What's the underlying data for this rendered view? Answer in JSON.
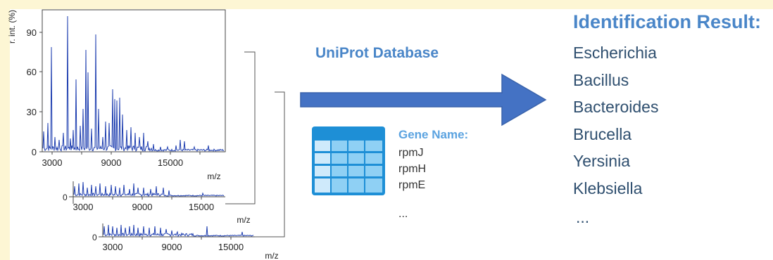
{
  "spectra": {
    "y_axis_label": "r. int. (%)",
    "y_ticks": [
      "0",
      "30",
      "60",
      "90"
    ],
    "x_ticks": [
      "3000",
      "9000",
      "15000"
    ],
    "x_axis_label": "m/z",
    "panel_zero_label": "0",
    "line_color": "#1F3FB0"
  },
  "database": {
    "label": "UniProt Database"
  },
  "gene_table": {
    "title": "Gene Name:",
    "genes": [
      "rpmJ",
      "rpmH",
      "rpmE"
    ],
    "more": "..."
  },
  "result": {
    "title": "Identification Result:",
    "genera": [
      "Escherichia",
      "Bacillus",
      "Bacteroides",
      "Brucella",
      "Yersinia",
      "Klebsiella"
    ],
    "more": "..."
  },
  "colors": {
    "background": "#FDF6D4",
    "arrow": "#4472C4",
    "table_header": "#1E8FD6",
    "table_cell": "#8FD0F4"
  }
}
